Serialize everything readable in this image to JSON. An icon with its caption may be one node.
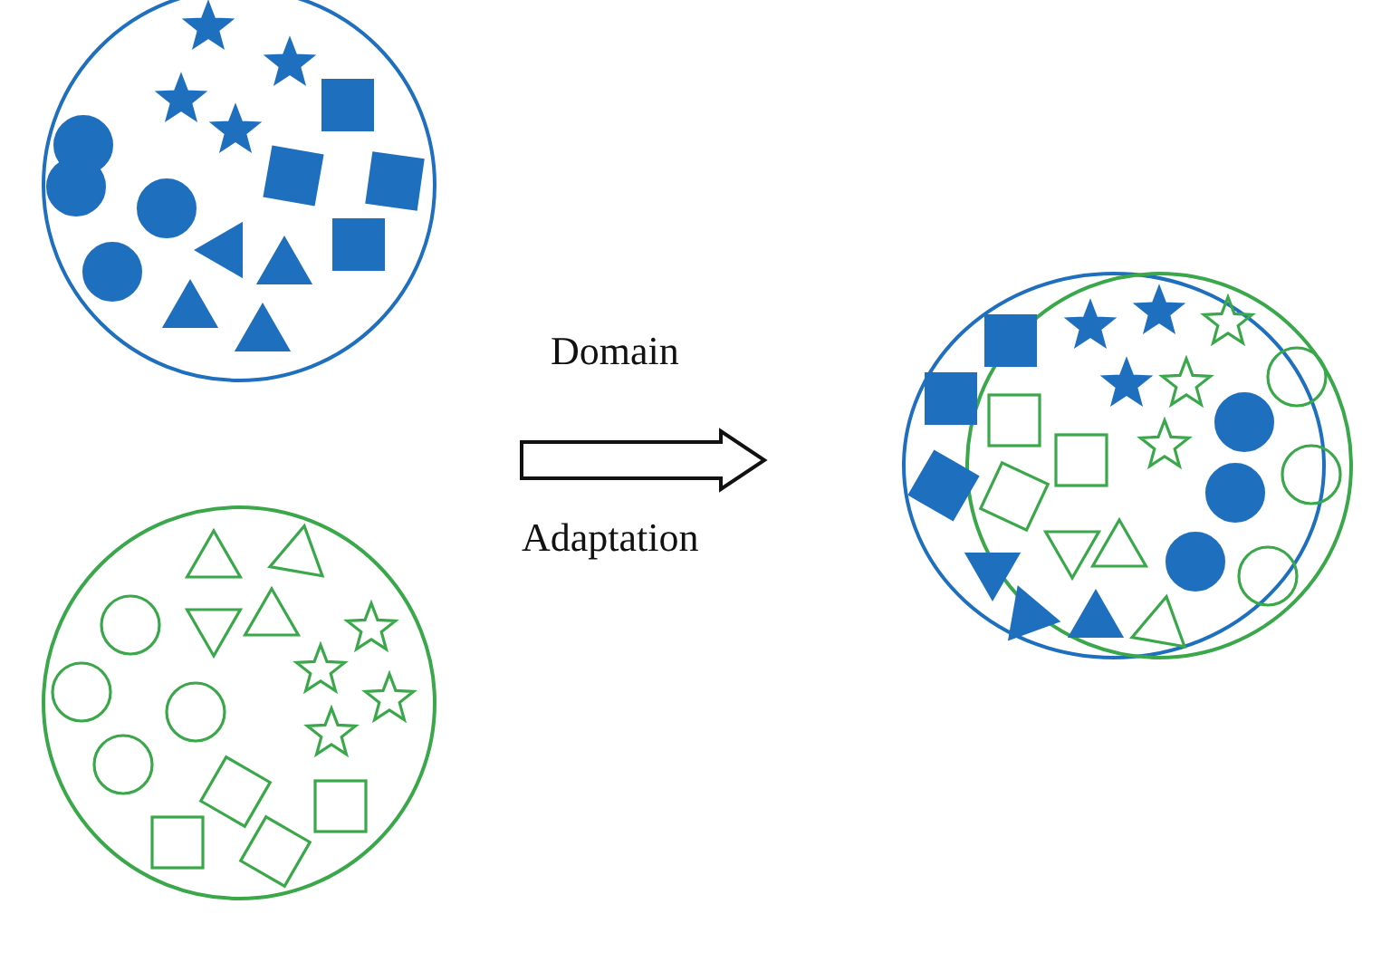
{
  "diagram": {
    "nodes": [
      {
        "text": [],
        "shape": "picture"
      },
      {
        "text": [],
        "shape": "picture"
      },
      {
        "text": [],
        "shape": "picture"
      }
    ],
    "labels": [
      "Domain",
      "Adaptation"
    ]
  }
}
